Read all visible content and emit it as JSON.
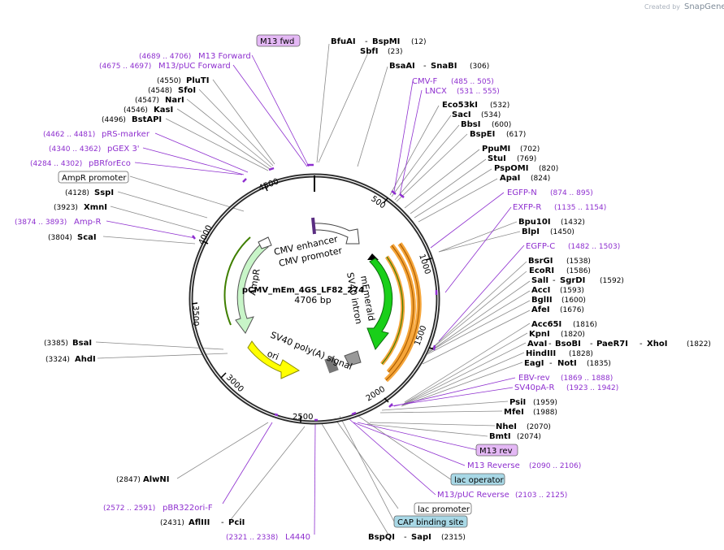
{
  "app": {
    "logo_text": "Created by",
    "brand": "SnapGene"
  },
  "plasmid": {
    "name": "pCMV_mEm_4GS_LF82_274",
    "size": "4706 bp"
  },
  "ticks": [
    "500",
    "1000",
    "1500",
    "2000",
    "2500",
    "3000",
    "3500",
    "4000",
    "4500"
  ],
  "features": {
    "cmv_enhancer": "CMV enhancer",
    "cmv_promoter": "CMV promoter",
    "sv40_intron": "SV40 intron",
    "memerald": "mEmerald",
    "sv40_polya": "SV40 poly(A) signal",
    "ori": "ori",
    "ampr": "AmpR"
  },
  "labels": {
    "m13fwd": "M13 fwd",
    "bfuai": "BfuAI",
    "bspmi": "BspMI",
    "bfuai_pos": "(12)",
    "sbfi": "SbfI",
    "sbfi_pos": "(23)",
    "bsaai": "BsaAI",
    "snabi": "SnaBI",
    "bsaai_pos": "(306)",
    "cmvf": "CMV-F",
    "cmvf_pos": "(485 .. 505)",
    "lncx": "LNCX",
    "lncx_pos": "(531 .. 555)",
    "eco53ki": "Eco53kI",
    "eco53ki_pos": "(532)",
    "saci": "SacI",
    "saci_pos": "(534)",
    "bbsi": "BbsI",
    "bbsi_pos": "(600)",
    "bspei": "BspEI",
    "bspei_pos": "(617)",
    "ppumi": "PpuMI",
    "ppumi_pos": "(702)",
    "stui": "StuI",
    "stui_pos": "(769)",
    "pspomi": "PspOMI",
    "pspomi_pos": "(820)",
    "apai": "ApaI",
    "apai_pos": "(824)",
    "egfpn": "EGFP-N",
    "egfpn_pos": "(874 .. 895)",
    "exfpr": "EXFP-R",
    "exfpr_pos": "(1135 .. 1154)",
    "bpu10i": "Bpu10I",
    "bpu10i_pos": "(1432)",
    "blpi": "BlpI",
    "blpi_pos": "(1450)",
    "egfpc": "EGFP-C",
    "egfpc_pos": "(1482 .. 1503)",
    "bsrgi": "BsrGI",
    "bsrgi_pos": "(1538)",
    "ecori": "EcoRI",
    "ecori_pos": "(1586)",
    "sali": "SalI",
    "sgrdi": "SgrDI",
    "sali_pos": "(1592)",
    "acci": "AccI",
    "acci_pos": "(1593)",
    "bglii": "BglII",
    "bglii_pos": "(1600)",
    "afei": "AfeI",
    "afei_pos": "(1676)",
    "acc65i": "Acc65I",
    "acc65i_pos": "(1816)",
    "kpni": "KpnI",
    "kpni_pos": "(1820)",
    "avai": "AvaI",
    "bsobi": "BsoBI",
    "paer7i": "PaeR7I",
    "xhoi": "XhoI",
    "avai_pos": "(1822)",
    "hindiii": "HindIII",
    "hindiii_pos": "(1828)",
    "eagi": "EagI",
    "noti": "NotI",
    "eagi_pos": "(1835)",
    "ebvrev": "EBV-rev",
    "ebvrev_pos": "(1869 .. 1888)",
    "sv40par": "SV40pA-R",
    "sv40par_pos": "(1923 .. 1942)",
    "psii": "PsiI",
    "psii_pos": "(1959)",
    "mfei": "MfeI",
    "mfei_pos": "(1988)",
    "nhei": "NheI",
    "nhei_pos": "(2070)",
    "bmti": "BmtI",
    "bmti_pos": "(2074)",
    "m13rev": "M13 rev",
    "m13reverse": "M13 Reverse",
    "m13reverse_pos": "(2090 .. 2106)",
    "lacop": "lac operator",
    "m13puc_rev": "M13/pUC Reverse",
    "m13puc_rev_pos": "(2103 .. 2125)",
    "lacprom": "lac promoter",
    "cap": "CAP binding site",
    "bspqi": "BspQI",
    "sapi": "SapI",
    "bspqi_pos": "(2315)",
    "l4440": "L4440",
    "l4440_pos": "(2321 .. 2338)",
    "afliii": "AflIII",
    "pcii": "PciI",
    "afliii_pos": "(2431)",
    "pbr322orif": "pBR322ori-F",
    "pbr322orif_pos": "(2572 .. 2591)",
    "alwni": "AlwNI",
    "alwni_pos": "(2847)",
    "ahdi": "AhdI",
    "ahdi_pos": "(3324)",
    "bsai": "BsaI",
    "bsai_pos": "(3385)",
    "scai": "ScaI",
    "scai_pos": "(3804)",
    "ampr_primer": "Amp-R",
    "ampr_primer_pos": "(3874 .. 3893)",
    "xmni": "XmnI",
    "xmni_pos": "(3923)",
    "sspi": "SspI",
    "sspi_pos": "(4128)",
    "amprprom": "AmpR promoter",
    "pbrforeco": "pBRforEco",
    "pbrforeco_pos": "(4284 .. 4302)",
    "pgex3": "pGEX 3'",
    "pgex3_pos": "(4340 .. 4362)",
    "prsmarker": "pRS-marker",
    "prsmarker_pos": "(4462 .. 4481)",
    "bstapi": "BstAPI",
    "bstapi_pos": "(4496)",
    "kasi": "KasI",
    "kasi_pos": "(4546)",
    "nari": "NarI",
    "nari_pos": "(4547)",
    "sfoi": "SfoI",
    "sfoi_pos": "(4548)",
    "pluti": "PluTI",
    "pluti_pos": "(4550)",
    "m13puc_fwd": "M13/pUC Forward",
    "m13puc_fwd_pos": "(4675 .. 4697)",
    "m13forward": "M13 Forward",
    "m13forward_pos": "(4689 .. 4706)"
  },
  "colors": {
    "primer": "#8e2fcf",
    "primer_box": "#e4b8f5",
    "reg_box": "#a8d8e6",
    "cds_green": "#19cf19",
    "ampr_fill": "#c8f5c8",
    "ori_fill": "#ffff00",
    "intron_orange": "#f5a53a"
  }
}
